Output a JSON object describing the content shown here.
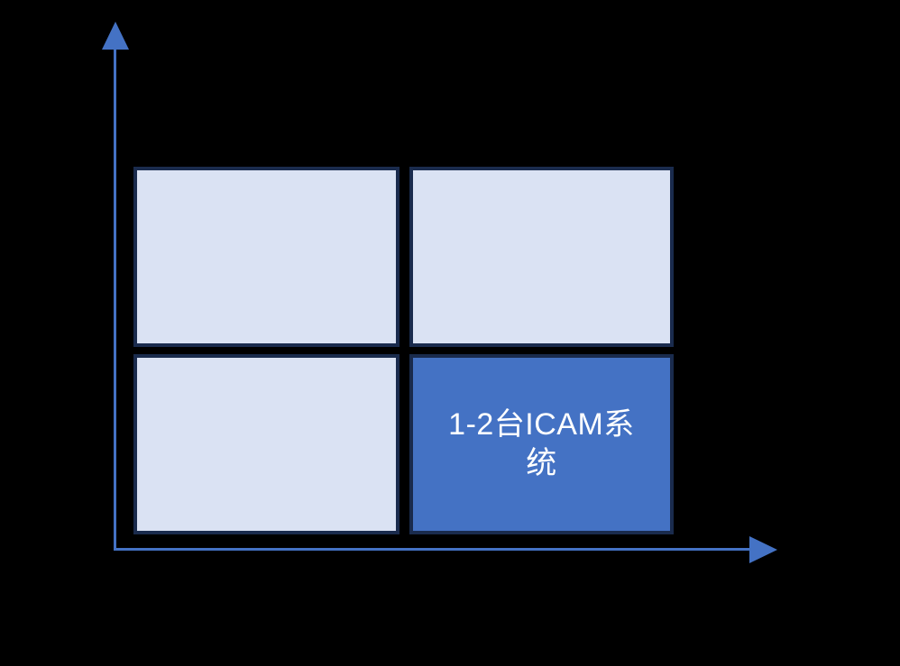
{
  "diagram": {
    "type": "quadrant-matrix",
    "colors": {
      "background": "#000000",
      "axis": "#4472C4",
      "box_border": "#1A2B4D",
      "box_fill_light": "#DAE2F3",
      "box_fill_highlight": "#4472C4",
      "highlight_text_color": "#FFFFFF"
    },
    "quadrants": {
      "bottom_right": {
        "label": "1-2台ICAM系统",
        "lines": [
          "1-2台ICAM系",
          "统"
        ]
      }
    }
  }
}
